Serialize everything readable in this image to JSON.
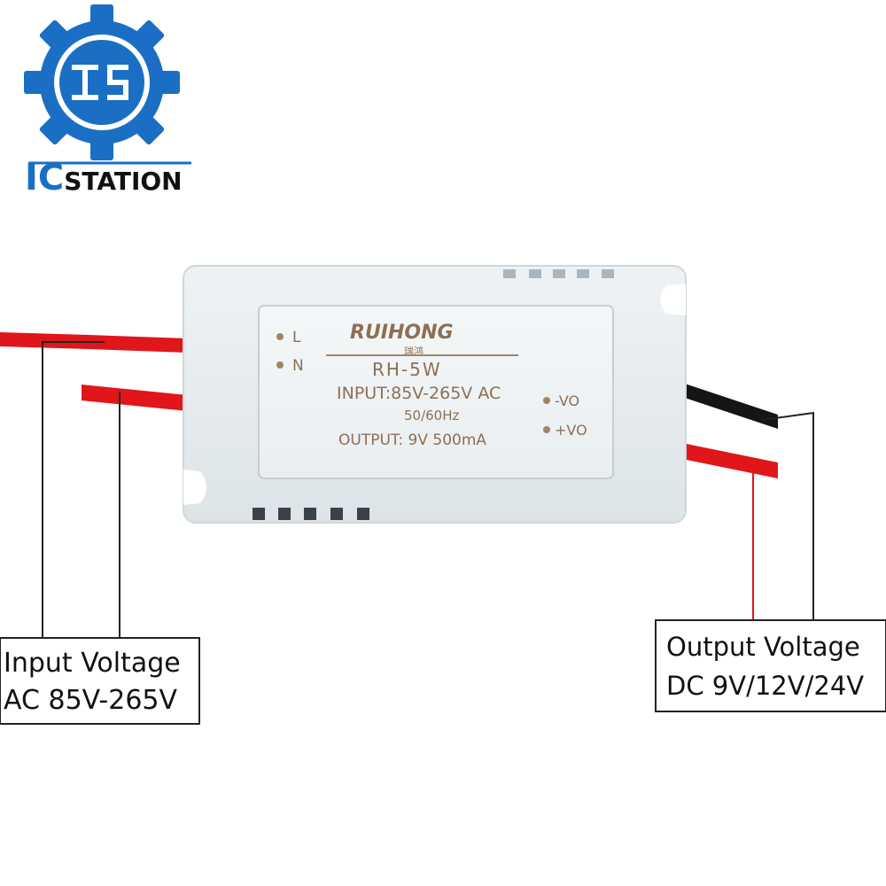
{
  "brand": {
    "name_prefix": "IC",
    "name_suffix": "STATION",
    "color": "#1a6fc4"
  },
  "module": {
    "logo": "RUIHONG",
    "logo_cn": "瑞鸿",
    "model": "RH-5W",
    "input": "INPUT:85V-265V AC",
    "frequency": "50/60Hz",
    "output": "OUTPUT: 9V 500mA",
    "pin_l": "L",
    "pin_n": "N",
    "pin_neg": "-VO",
    "pin_pos": "+VO"
  },
  "callouts": {
    "input_line1": "Input Voltage",
    "input_line2": "AC 85V-265V",
    "output_line1": "Output Voltage",
    "output_line2": "DC 9V/12V/24V"
  },
  "colors": {
    "wire_red": "#e0161b",
    "wire_black": "#151515",
    "case": "#e6ecef"
  }
}
